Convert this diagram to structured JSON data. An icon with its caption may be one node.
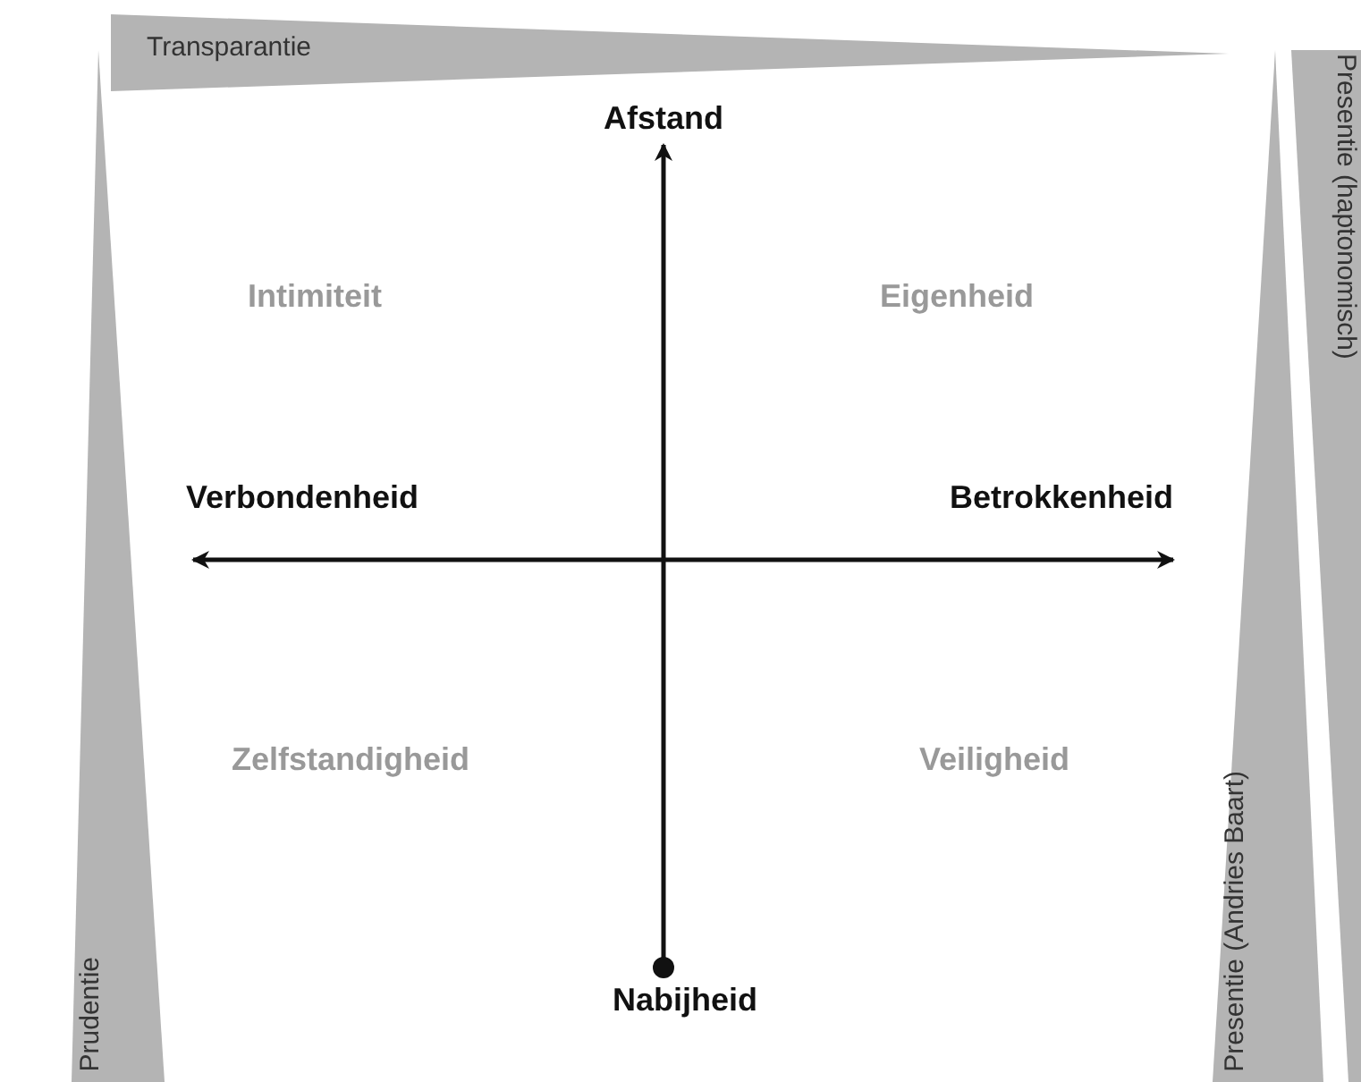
{
  "diagram": {
    "nodes": [
      {
        "text": [
          "Transparantie"
        ]
      },
      {
        "text": [
          "Prudentie"
        ]
      },
      {
        "text": [
          "Presentie (Andries Baart)"
        ]
      },
      {
        "text": [
          "Presentie (haptonomisch)"
        ]
      },
      {
        "text": [
          "Afstand"
        ]
      },
      {
        "text": [
          "Verbondenheid"
        ]
      },
      {
        "text": [
          "Betrokkenheid"
        ]
      },
      {
        "text": [
          "Nabijheid"
        ]
      }
    ],
    "edges": [
      {
        "from": 7,
        "to": 4,
        "arrow": "to"
      },
      {
        "from": 5,
        "to": 6,
        "arrow": "both"
      }
    ],
    "labels": [
      "Intimiteit",
      "Eigenheid",
      "Zelfstandigheid",
      "Veiligheid"
    ]
  }
}
